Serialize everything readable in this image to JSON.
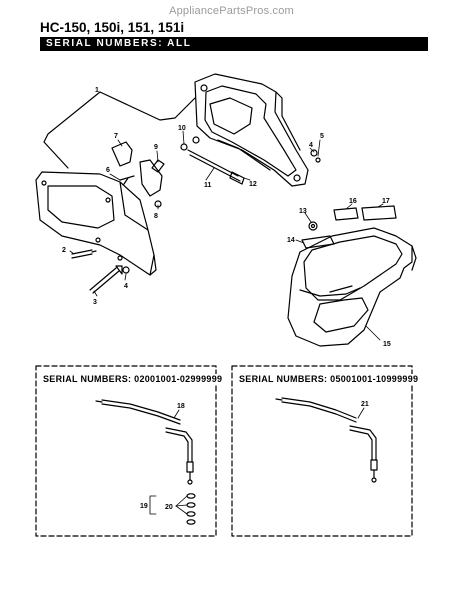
{
  "watermark": "AppliancePartsPros.com",
  "model_title": "HC-150, 150i, 151, 151i",
  "serial_header": "SERIAL NUMBERS: ALL",
  "inset_left": {
    "title": "SERIAL NUMBERS: 02001001-02999999",
    "callouts": [
      "18",
      "19",
      "20"
    ]
  },
  "inset_right": {
    "title": "SERIAL NUMBERS: 05001001-10999999",
    "callouts": [
      "21"
    ]
  },
  "main_callouts": [
    "1",
    "2",
    "3",
    "4",
    "5",
    "6",
    "7",
    "8",
    "9",
    "10",
    "11",
    "12",
    "13",
    "14",
    "15",
    "16",
    "17"
  ],
  "colors": {
    "ink": "#000000",
    "watermark": "#9a9a9a",
    "bar": "#000000"
  }
}
